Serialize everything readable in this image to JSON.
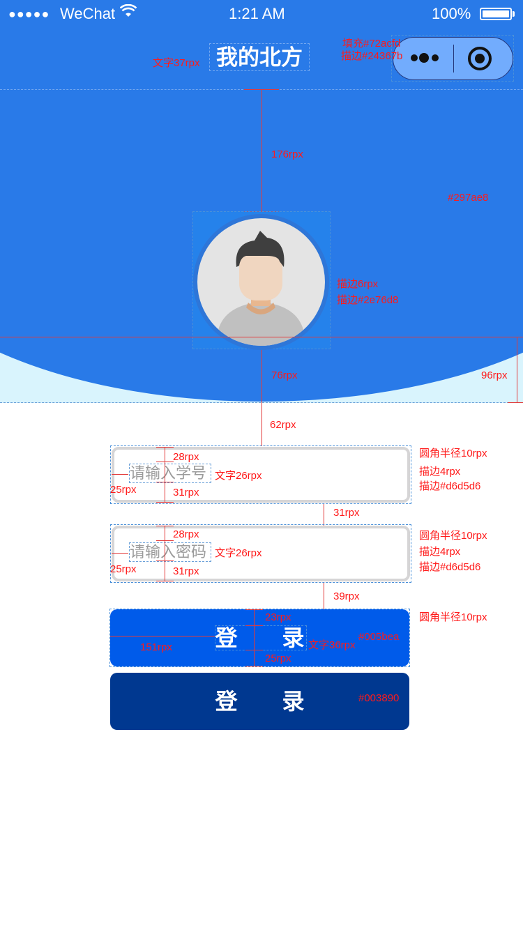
{
  "status_bar": {
    "signal": "●●●●●",
    "carrier": "WeChat",
    "time": "1:21 AM",
    "battery": "100%"
  },
  "nav": {
    "title": "我的北方"
  },
  "form": {
    "username_placeholder": "请输入学号",
    "password_placeholder": "请输入密码",
    "login_label": "登录",
    "login_label_pressed": "登录"
  },
  "colors": {
    "header_bg": "#297ae8",
    "curve_bg": "#d9f4fd",
    "capsule_fill": "#72acfd",
    "capsule_stroke": "#24367b",
    "avatar_stroke": "#2e76d8",
    "field_stroke": "#d6d5d6",
    "button_normal": "#005bea",
    "button_pressed": "#003890"
  },
  "annotations": {
    "title_text": "文字37rpx",
    "capsule_fill": "填充#72acfd",
    "capsule_stroke": "描边#24367b",
    "gap_nav_avatar": "176rpx",
    "header_color": "#297ae8",
    "avatar_stroke_width": "描边6rpx",
    "avatar_stroke_color": "描边#2e76d8",
    "gap_avatar_curve": "76rpx",
    "curve_height": "96rpx",
    "gap_curve_field": "62rpx",
    "field1_pad_top": "28rpx",
    "field1_text": "文字26rpx",
    "field1_pad_left": "25rpx",
    "field1_pad_bottom": "31rpx",
    "field1_radius": "圆角半径10rpx",
    "field1_stroke_width": "描边4rpx",
    "field1_stroke_color": "描边#d6d5d6",
    "gap_fields": "31rpx",
    "field2_pad_top": "28rpx",
    "field2_text": "文字26rpx",
    "field2_pad_left": "25rpx",
    "field2_pad_bottom": "31rpx",
    "field2_radius": "圆角半径10rpx",
    "field2_stroke_width": "描边4rpx",
    "field2_stroke_color": "描边#d6d5d6",
    "gap_field_button": "39rpx",
    "button_radius": "圆角半径10rpx",
    "button_pad_top": "23rpx",
    "button_color": "#005bea",
    "button_pad_left": "151rpx",
    "button_text": "文字36rpx",
    "button_pad_bottom": "25rpx",
    "button_pressed_color": "#003890"
  }
}
